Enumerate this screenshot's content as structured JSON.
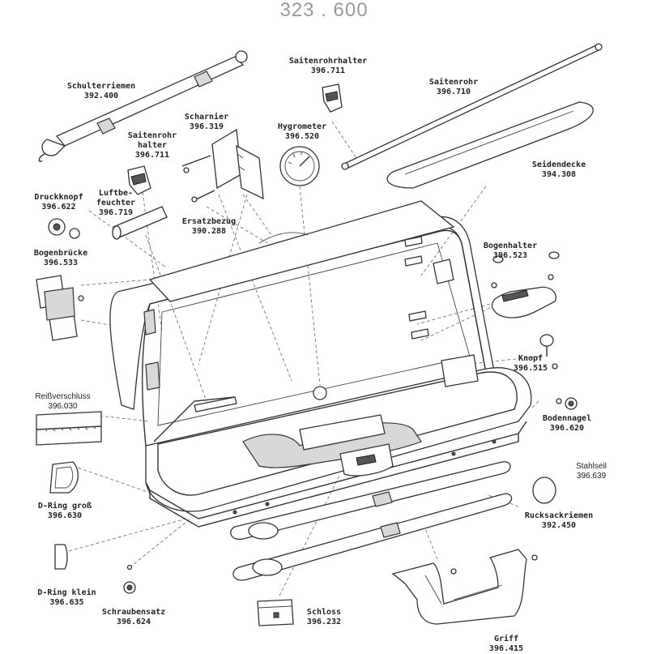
{
  "title": "323 . 600",
  "parts": [
    {
      "id": "schulterriemen",
      "name": "Schulterriemen",
      "number": "392.400"
    },
    {
      "id": "saitenrohrhalter-top",
      "name": "Saitenrohrhalter",
      "number": "396.711"
    },
    {
      "id": "saitenrohr",
      "name": "Saitenrohr",
      "number": "396.710"
    },
    {
      "id": "scharnier",
      "name": "Scharnier",
      "number": "396.319"
    },
    {
      "id": "hygrometer",
      "name": "Hygrometer",
      "number": "396.520"
    },
    {
      "id": "saitenrohrhalter-left",
      "name_line1": "Saitenrohr",
      "name_line2": "halter",
      "number": "396.711"
    },
    {
      "id": "seidendecke",
      "name": "Seidendecke",
      "number": "394.308"
    },
    {
      "id": "luftbefeuchter",
      "name_line1": "Luftbe-",
      "name_line2": "feuchter",
      "number": "396.719"
    },
    {
      "id": "druckknopf",
      "name": "Druckknopf",
      "number": "396.622"
    },
    {
      "id": "ersatzbezug",
      "name": "Ersatzbezug",
      "number": "390.288"
    },
    {
      "id": "bogenbruecke",
      "name": "Bogenbrücke",
      "number": "396.533"
    },
    {
      "id": "bogenhalter",
      "name": "Bogenhalter",
      "number": "396.523"
    },
    {
      "id": "knopf",
      "name": "Knopf",
      "number": "396.515"
    },
    {
      "id": "reissverschluss",
      "name": "Reißverschluss",
      "number": "396.030"
    },
    {
      "id": "bodennagel",
      "name": "Bodennagel",
      "number": "396.620"
    },
    {
      "id": "stahlseil",
      "name": "Stahlseil",
      "number": "396.639"
    },
    {
      "id": "d-ring-gross",
      "name": "D-Ring groß",
      "number": "396.630"
    },
    {
      "id": "rucksackriemen",
      "name": "Rucksackriemen",
      "number": "392.450"
    },
    {
      "id": "d-ring-klein",
      "name": "D-Ring klein",
      "number": "396.635"
    },
    {
      "id": "schraubensatz",
      "name": "Schraubensatz",
      "number": "396.624"
    },
    {
      "id": "schloss",
      "name": "Schloss",
      "number": "396.232"
    },
    {
      "id": "griff",
      "name": "Griff",
      "number": "396.415"
    }
  ]
}
